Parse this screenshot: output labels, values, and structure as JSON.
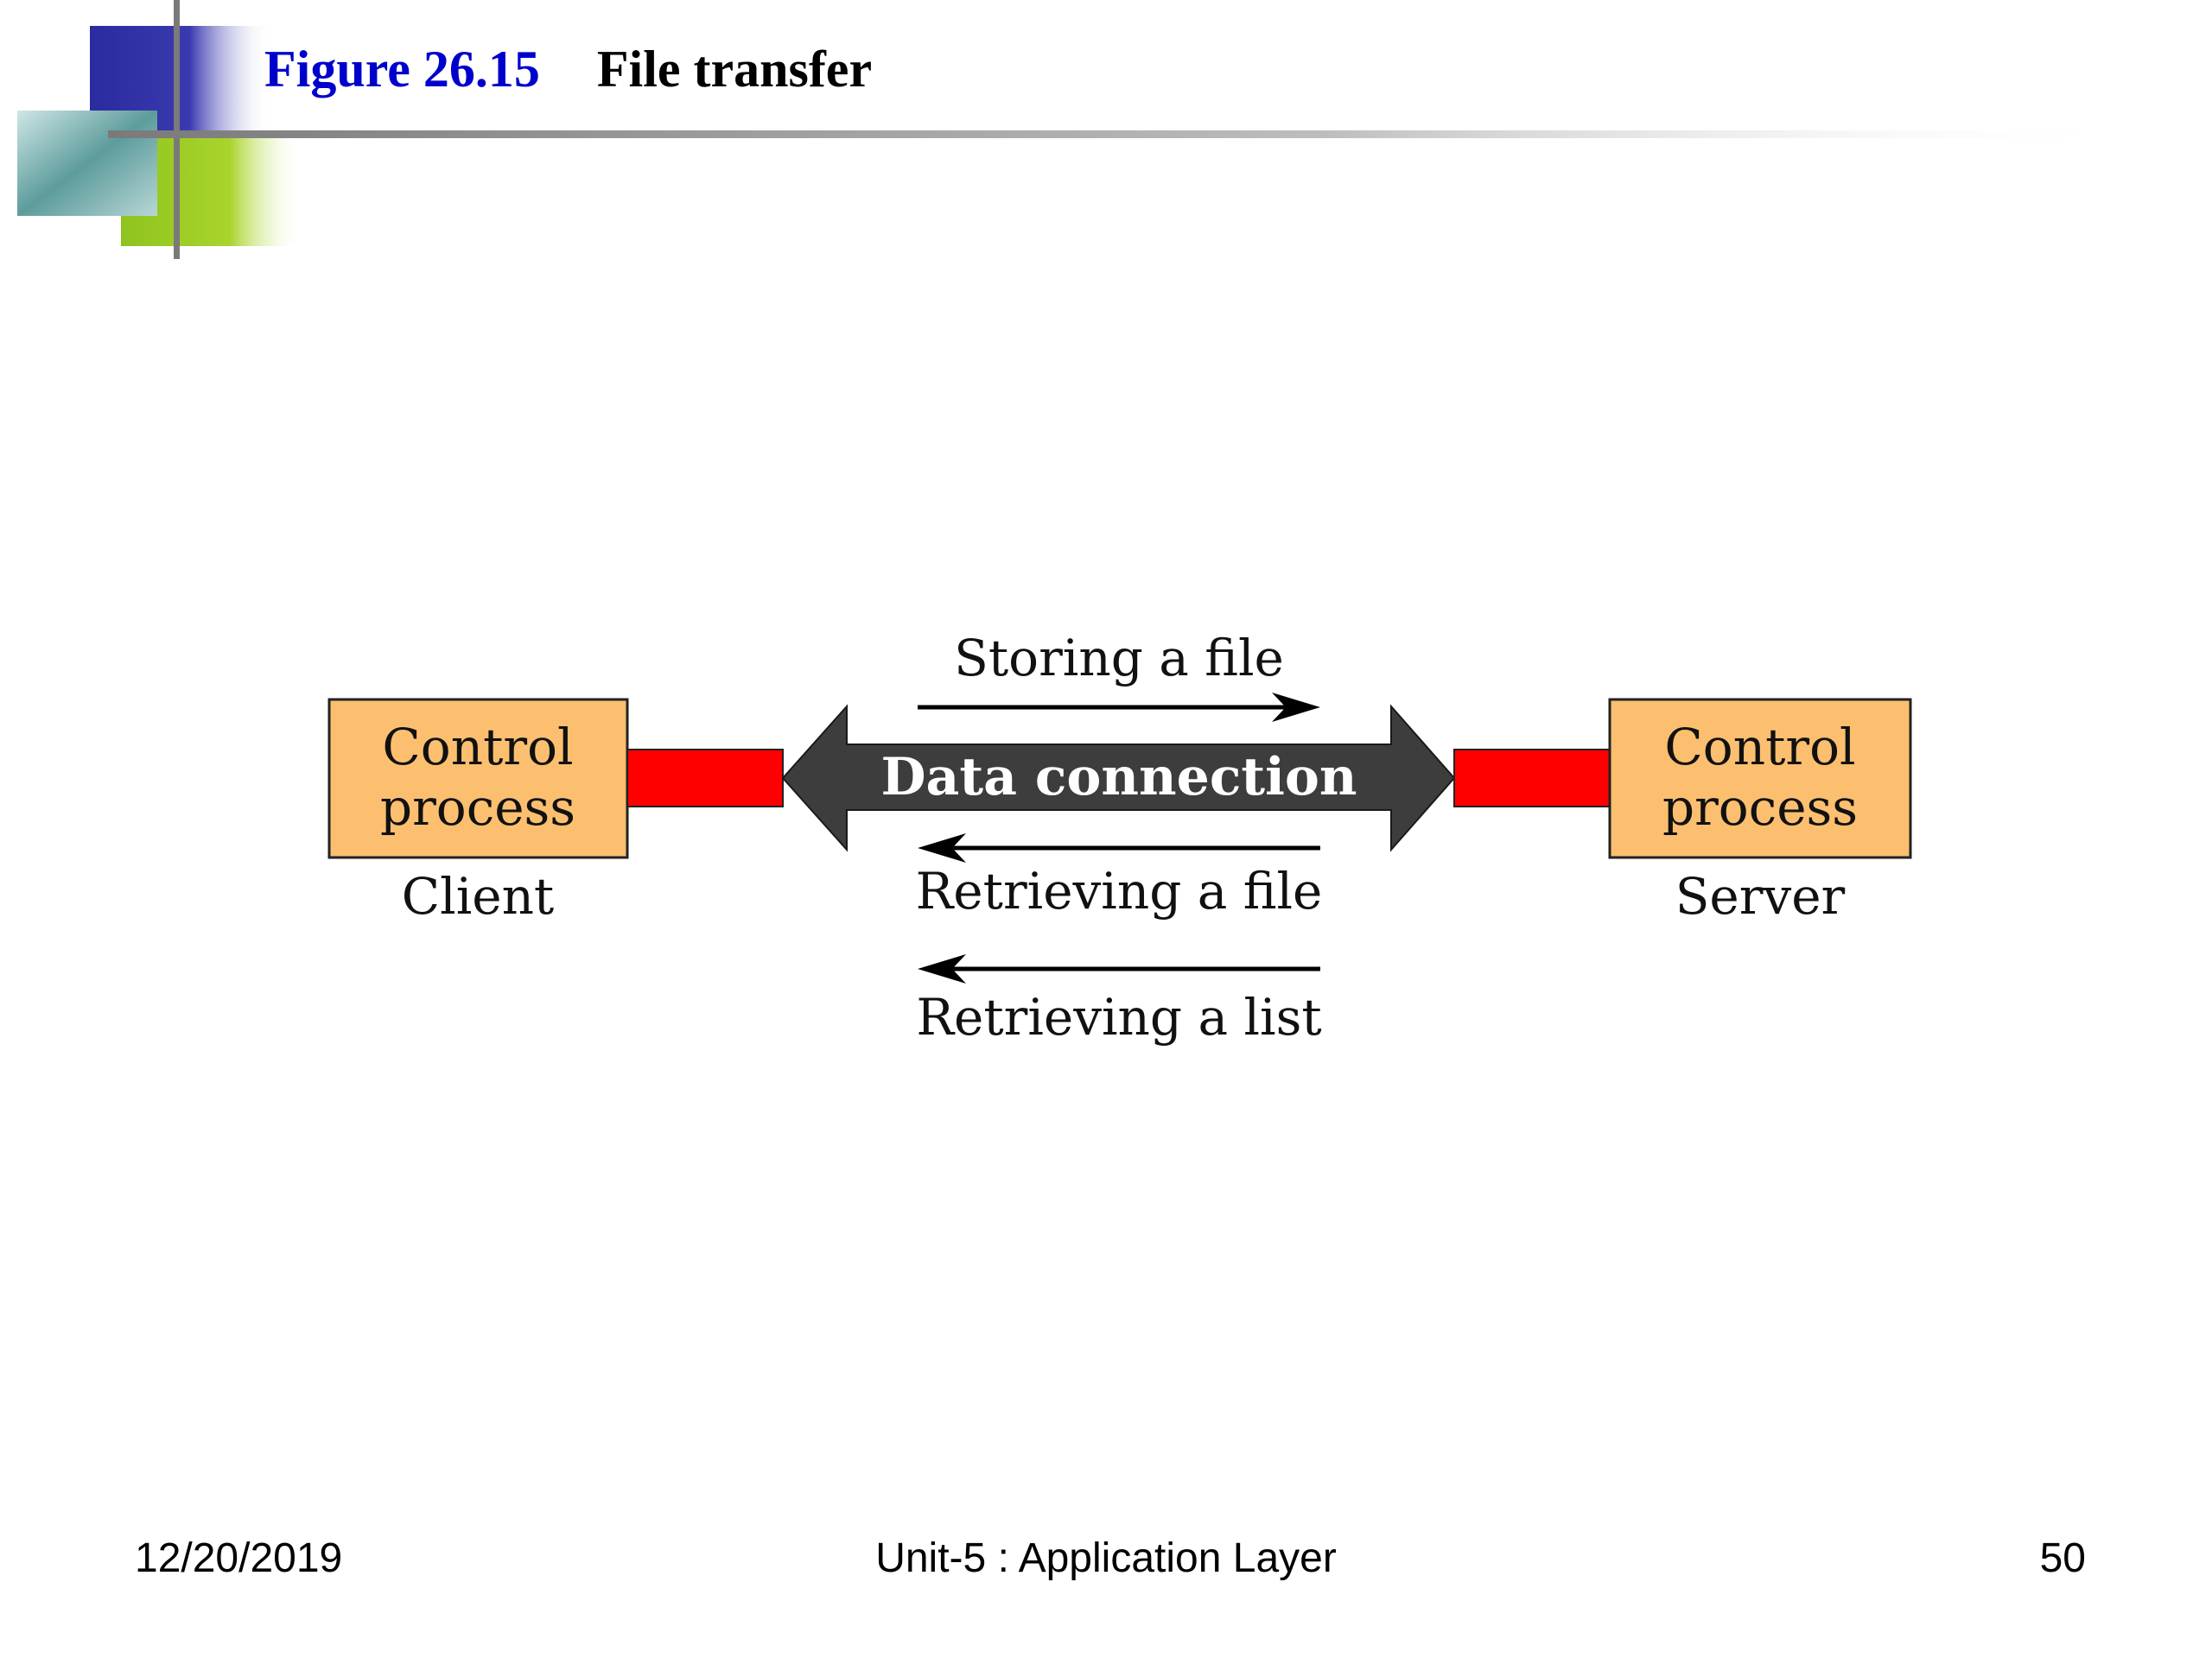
{
  "slide": {
    "figure_number": "Figure 26.15",
    "figure_title": "File transfer"
  },
  "diagram": {
    "client": {
      "box_label_line1": "Control",
      "box_label_line2": "process",
      "caption": "Client"
    },
    "server": {
      "box_label_line1": "Control",
      "box_label_line2": "process",
      "caption": "Server"
    },
    "connection_label": "Data connection",
    "flows": [
      {
        "label": "Storing a file",
        "direction": "client-to-server"
      },
      {
        "label": "Retrieving a file",
        "direction": "server-to-client"
      },
      {
        "label": "Retrieving a list",
        "direction": "server-to-client"
      }
    ],
    "colors": {
      "box_fill": "#fbbf6f",
      "connector_fill": "#ff0000",
      "connection_arrow_fill": "#3d3d3d",
      "title_blue": "#0000cc"
    }
  },
  "footer": {
    "date": "12/20/2019",
    "center_text": "Unit-5 : Application Layer",
    "page_number": "50"
  }
}
